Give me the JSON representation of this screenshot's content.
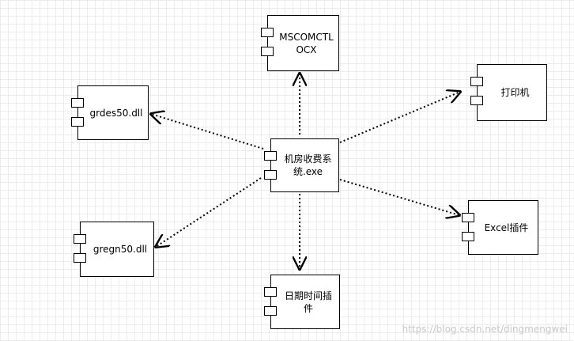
{
  "diagram": {
    "components": {
      "main": "机房收费系\n统.exe",
      "mscomctl": "MSCOMCTL\nOCX",
      "printer": "打印机",
      "grdes": "grdes50.dll",
      "gregn": "gregn50.dll",
      "excel": "Excel插件",
      "date": "日期时间插\n件"
    },
    "dependencies": [
      {
        "from": "main",
        "to": "mscomctl"
      },
      {
        "from": "main",
        "to": "printer"
      },
      {
        "from": "main",
        "to": "grdes"
      },
      {
        "from": "main",
        "to": "gregn"
      },
      {
        "from": "main",
        "to": "excel"
      },
      {
        "from": "main",
        "to": "date"
      }
    ]
  },
  "watermark": "https://blog.csdn.net/dingmengwei"
}
